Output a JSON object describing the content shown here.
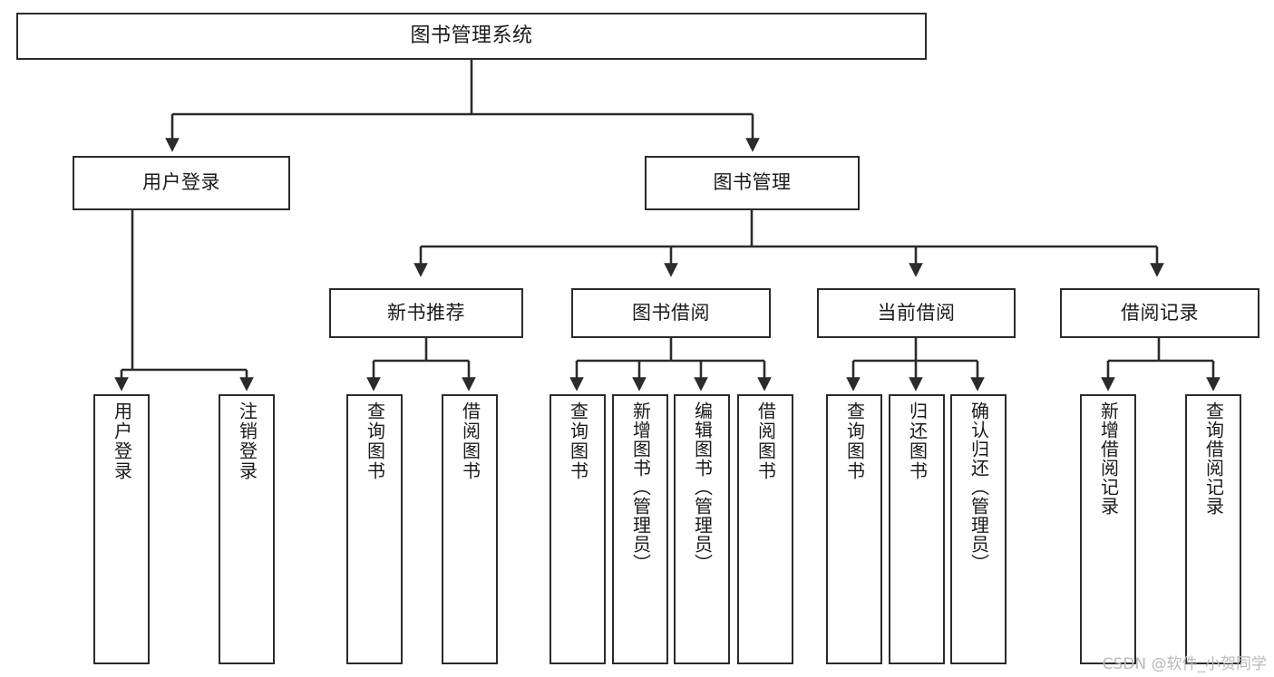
{
  "diagram": {
    "title": "图书管理系统",
    "type": "tree-hierarchy",
    "root": {
      "label": "图书管理系统"
    },
    "level1": [
      {
        "label": "用户登录"
      },
      {
        "label": "图书管理"
      }
    ],
    "level2": [
      {
        "label": "新书推荐"
      },
      {
        "label": "图书借阅"
      },
      {
        "label": "当前借阅"
      },
      {
        "label": "借阅记录"
      }
    ],
    "leaves": {
      "user_login": [
        {
          "label": "用户登录"
        },
        {
          "label": "注销登录"
        }
      ],
      "new_book_recommend": [
        {
          "label": "查询图书"
        },
        {
          "label": "借阅图书"
        }
      ],
      "book_borrow": [
        {
          "label": "查询图书"
        },
        {
          "label": "新增图书（管理员）"
        },
        {
          "label": "编辑图书（管理员）"
        },
        {
          "label": "借阅图书"
        }
      ],
      "current_borrow": [
        {
          "label": "查询图书"
        },
        {
          "label": "归还图书"
        },
        {
          "label": "确认归还（管理员）"
        }
      ],
      "borrow_record": [
        {
          "label": "新增借阅记录"
        },
        {
          "label": "查询借阅记录"
        }
      ]
    }
  },
  "watermark": {
    "text": "CSDN @软件_小贺同学"
  },
  "colors": {
    "stroke": "#2b2b2b",
    "background": "#ffffff",
    "text": "#1a1a1a",
    "watermark": "#b9b9b9"
  }
}
